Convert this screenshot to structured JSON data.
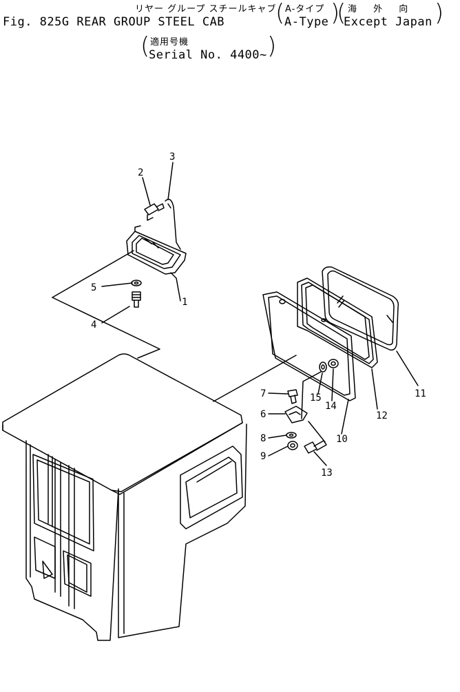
{
  "header": {
    "title_jp": "リヤー グループ スチールキャブ",
    "title_en": "Fig. 825G REAR GROUP STEEL CAB",
    "type_jp": "A-タイプ",
    "type_en": "A-Type",
    "region_jp": "海 外 向",
    "region_en": "Except Japan",
    "serial_jp": "適用号機",
    "serial_en": "Serial No. 4400~"
  },
  "callouts": [
    {
      "id": "c1",
      "label": "1"
    },
    {
      "id": "c2",
      "label": "2"
    },
    {
      "id": "c3",
      "label": "3"
    },
    {
      "id": "c4",
      "label": "4"
    },
    {
      "id": "c5",
      "label": "5"
    },
    {
      "id": "c6",
      "label": "6"
    },
    {
      "id": "c7",
      "label": "7"
    },
    {
      "id": "c8",
      "label": "8"
    },
    {
      "id": "c9",
      "label": "9"
    },
    {
      "id": "c10",
      "label": "10"
    },
    {
      "id": "c11",
      "label": "11"
    },
    {
      "id": "c12",
      "label": "12"
    },
    {
      "id": "c13",
      "label": "13"
    },
    {
      "id": "c14",
      "label": "14"
    },
    {
      "id": "c15",
      "label": "15"
    }
  ]
}
